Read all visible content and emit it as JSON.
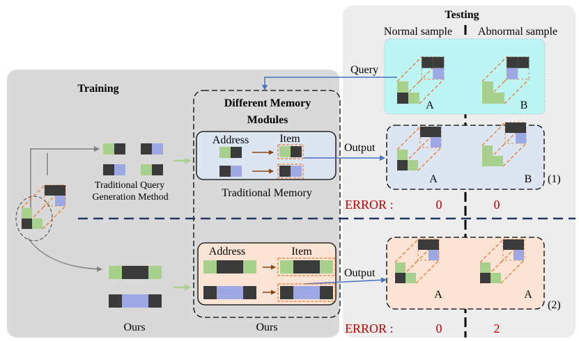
{
  "testing": {
    "title": "Testing",
    "normal_label": "Normal sample",
    "abnormal_label": "Abnormal sample",
    "query_label": "Query",
    "output_label": "Output",
    "query_letters": [
      "A",
      "B"
    ],
    "output1_letters": [
      "A",
      "B"
    ],
    "output2_letters": [
      "A",
      "A"
    ],
    "marker1": "(1)",
    "marker2": "(2)"
  },
  "training": {
    "title": "Training",
    "traditional_method_label_1": "Traditional Query",
    "traditional_method_label_2": "Generation Method",
    "ours_label": "Ours"
  },
  "memory": {
    "title_1": "Different Memory",
    "title_2": "Modules",
    "address_label": "Address",
    "item_label": "Item",
    "traditional_label": "Traditional Memory",
    "ours_label": "Ours"
  },
  "error": {
    "label": "ERROR :",
    "row1": [
      "0",
      "0"
    ],
    "row2": [
      "0",
      "2"
    ]
  },
  "colors": {
    "green": "#a8d08d",
    "dark": "#3b3b3b",
    "purple": "#9ea8e3",
    "cyan": "#bdf5f5",
    "blue_box": "#dce6f2",
    "orange_box": "#fbe3d5",
    "gray_panel": "#d9d9d9",
    "testing_panel": "#ededed",
    "error_red": "#c00000",
    "arrow_blue": "#4472c4",
    "arrow_brown": "#8b4513",
    "arrow_green": "#a9d18e",
    "dash_navy": "#1f3864",
    "orange_dash": "#ed7d31"
  }
}
